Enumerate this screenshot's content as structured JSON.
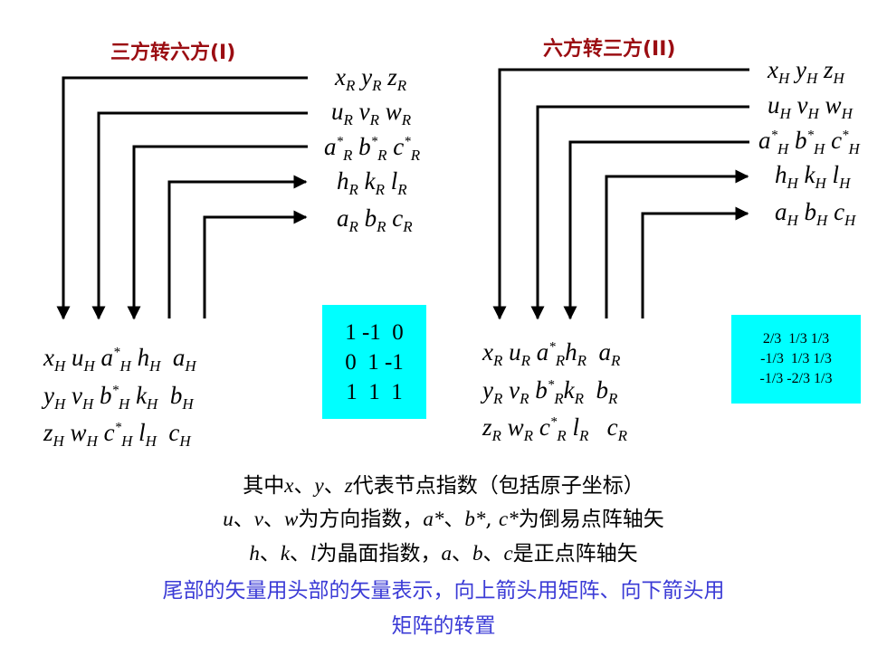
{
  "left": {
    "title": "三方转六方(I)",
    "matrix": [
      "1 -1  0",
      "0  1 -1",
      "1  1  1"
    ]
  },
  "right": {
    "title": "六方转三方(II)",
    "matrix": [
      "2/3  1/3 1/3",
      "-1/3  1/3 1/3",
      "-1/3 -2/3 1/3"
    ]
  },
  "notes": {
    "line1": {
      "a": "其中",
      "x": "x",
      "s1": "、",
      "y": "y",
      "s2": "、",
      "z": "z",
      "b": "代表节点指数（包括原子坐标）"
    },
    "line2": {
      "u": "u",
      "s1": "、",
      "v": "v",
      "s2": "、",
      "w": "w",
      "a": "为方向指数，",
      "as": "a*",
      "s3": "、",
      "bs": "b*",
      "s4": ", ",
      "cs": "c*",
      "b": "为倒易点阵轴矢"
    },
    "line3": {
      "h": "h",
      "s1": "、",
      "k": "k",
      "s2": "、",
      "l": "l",
      "a": "为晶面指数，",
      "av": "a",
      "s3": "、",
      "bv": "b",
      "s4": "、",
      "cv": "c",
      "b": "是正点阵轴矢"
    },
    "line4": "尾部的矢量用头部的矢量表示，向上箭头用矩阵、向下箭头用",
    "line5": "矩阵的转置"
  },
  "colors": {
    "title": "#9b0d12",
    "matrix_bg": "#00ffff",
    "note_blue": "#3b3bd6",
    "lines": "#000000"
  }
}
